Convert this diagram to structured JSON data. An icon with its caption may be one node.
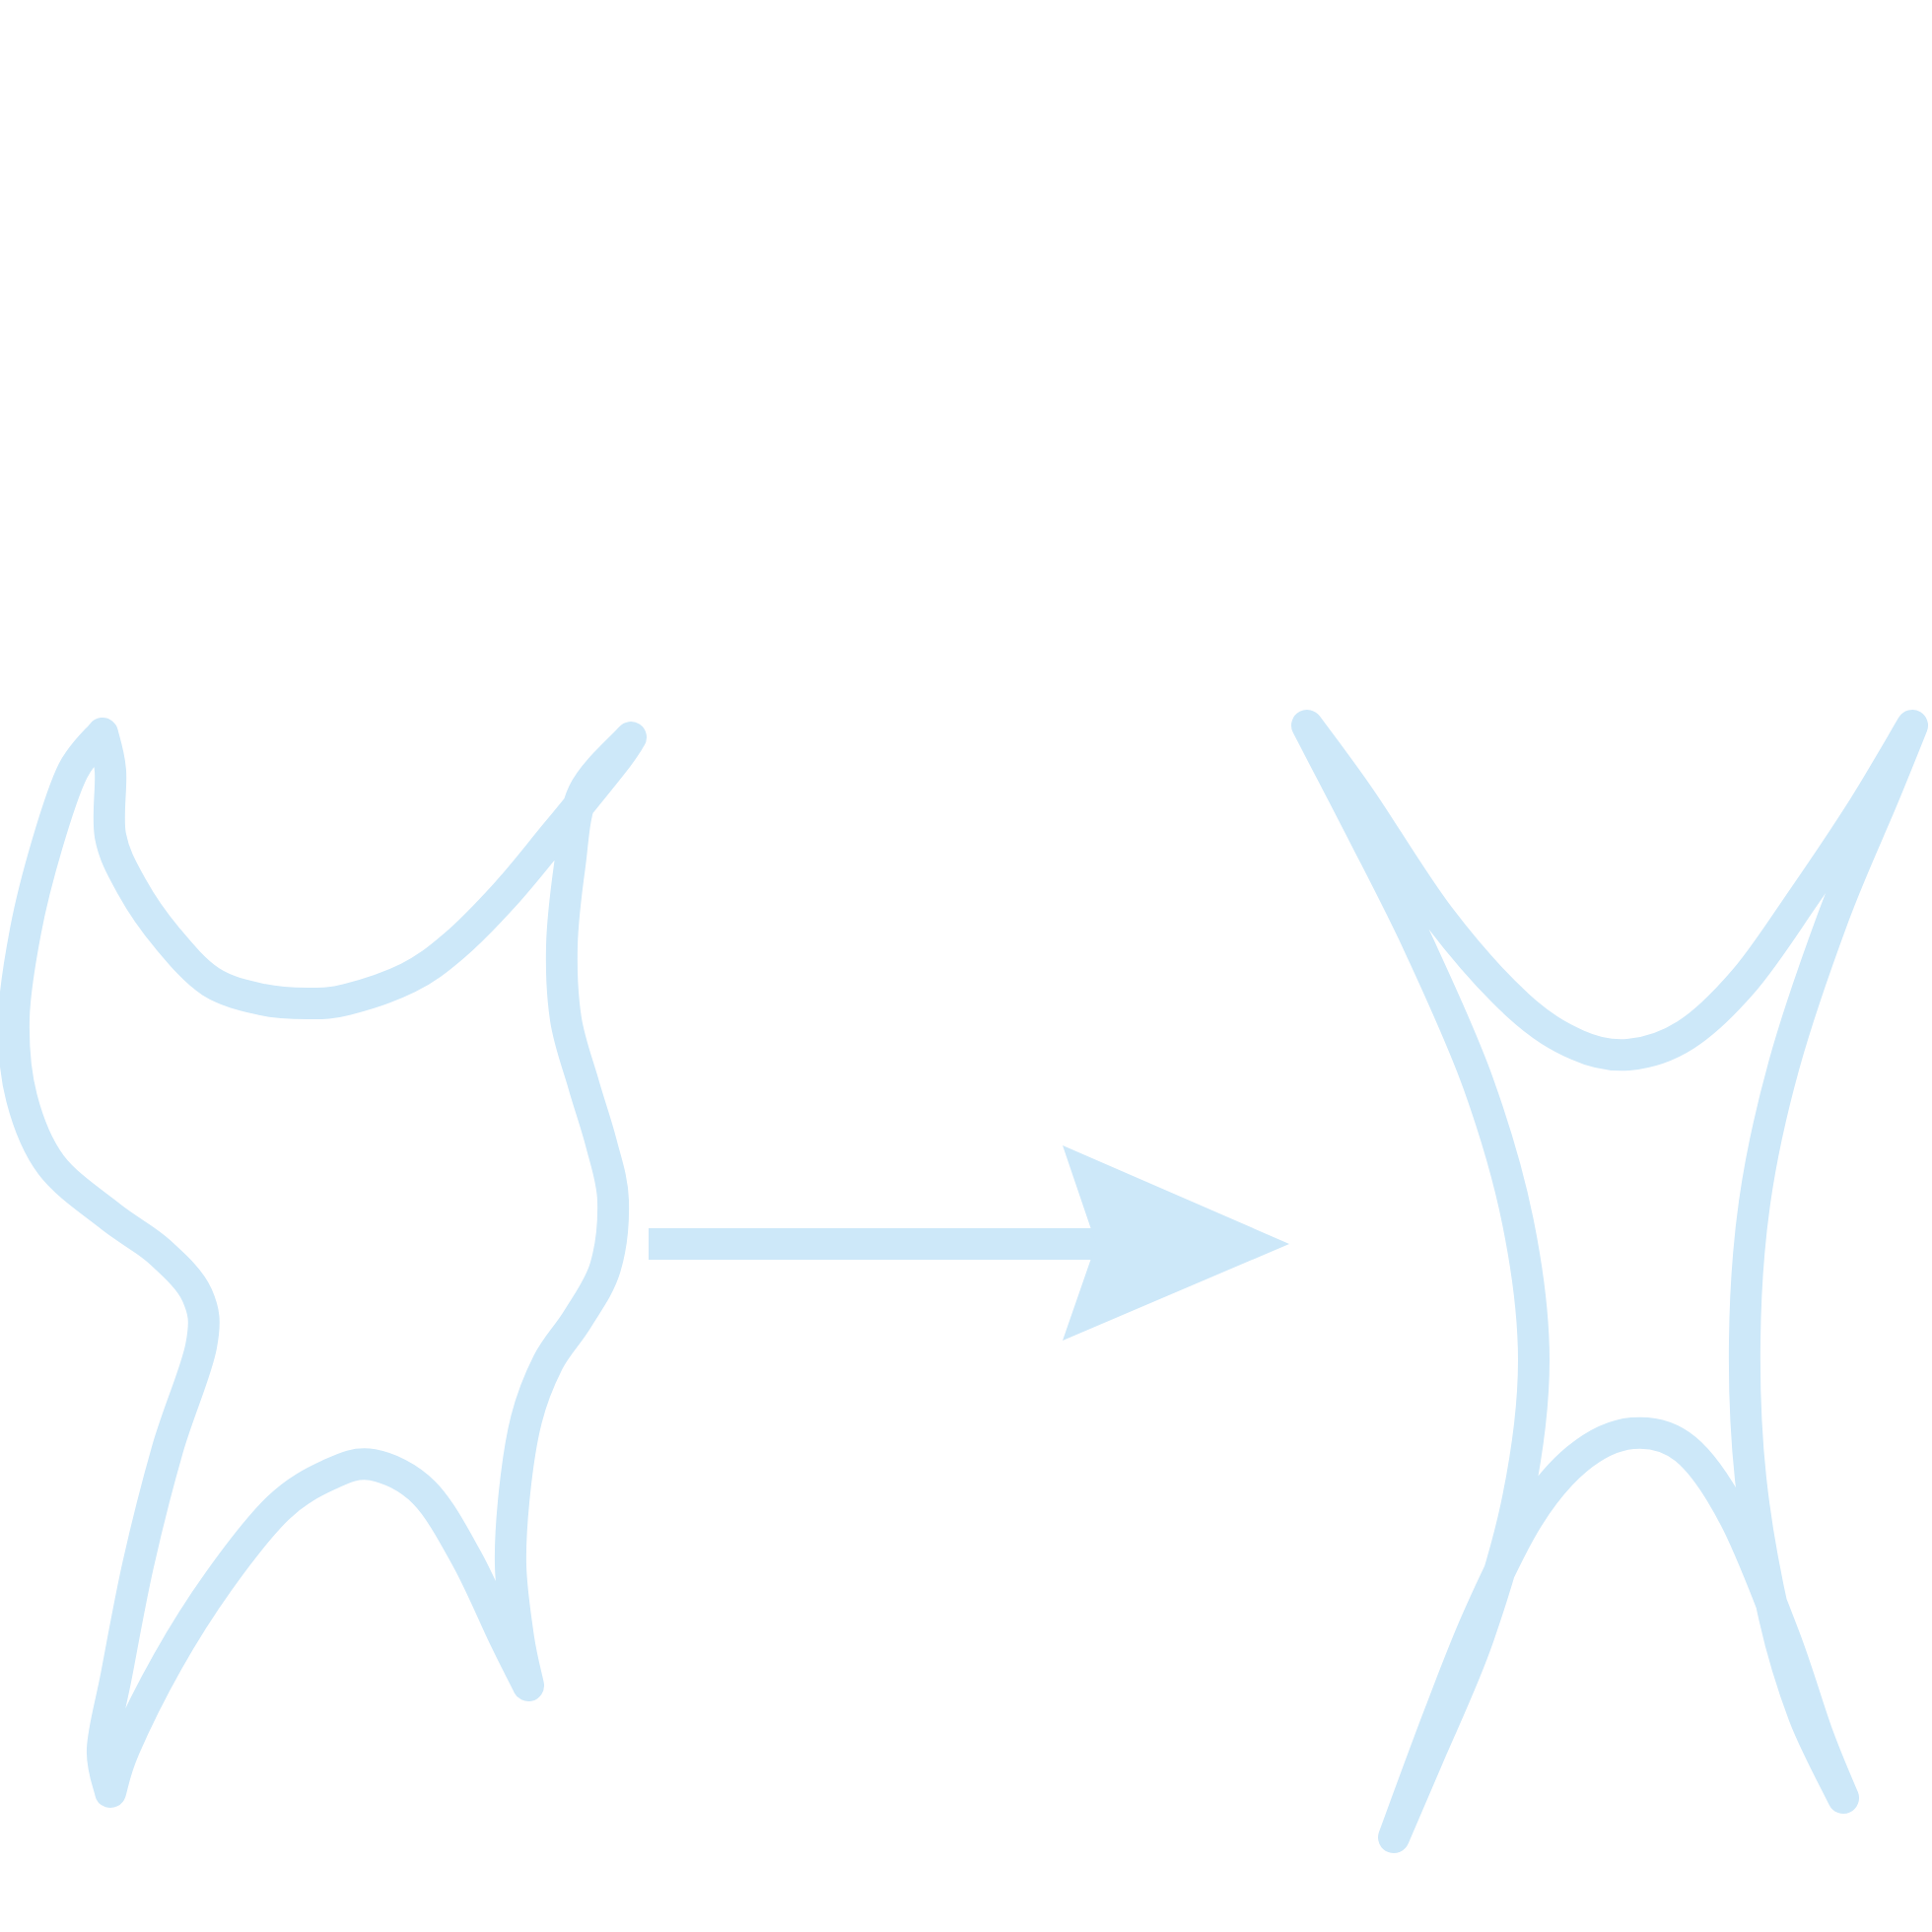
{
  "diagram": {
    "nodes": [
      {
        "text": [],
        "shape": "star"
      },
      {
        "text": [],
        "shape": "star"
      }
    ],
    "edges": [
      {
        "from": 0,
        "to": 1,
        "arrow": "to"
      }
    ]
  }
}
